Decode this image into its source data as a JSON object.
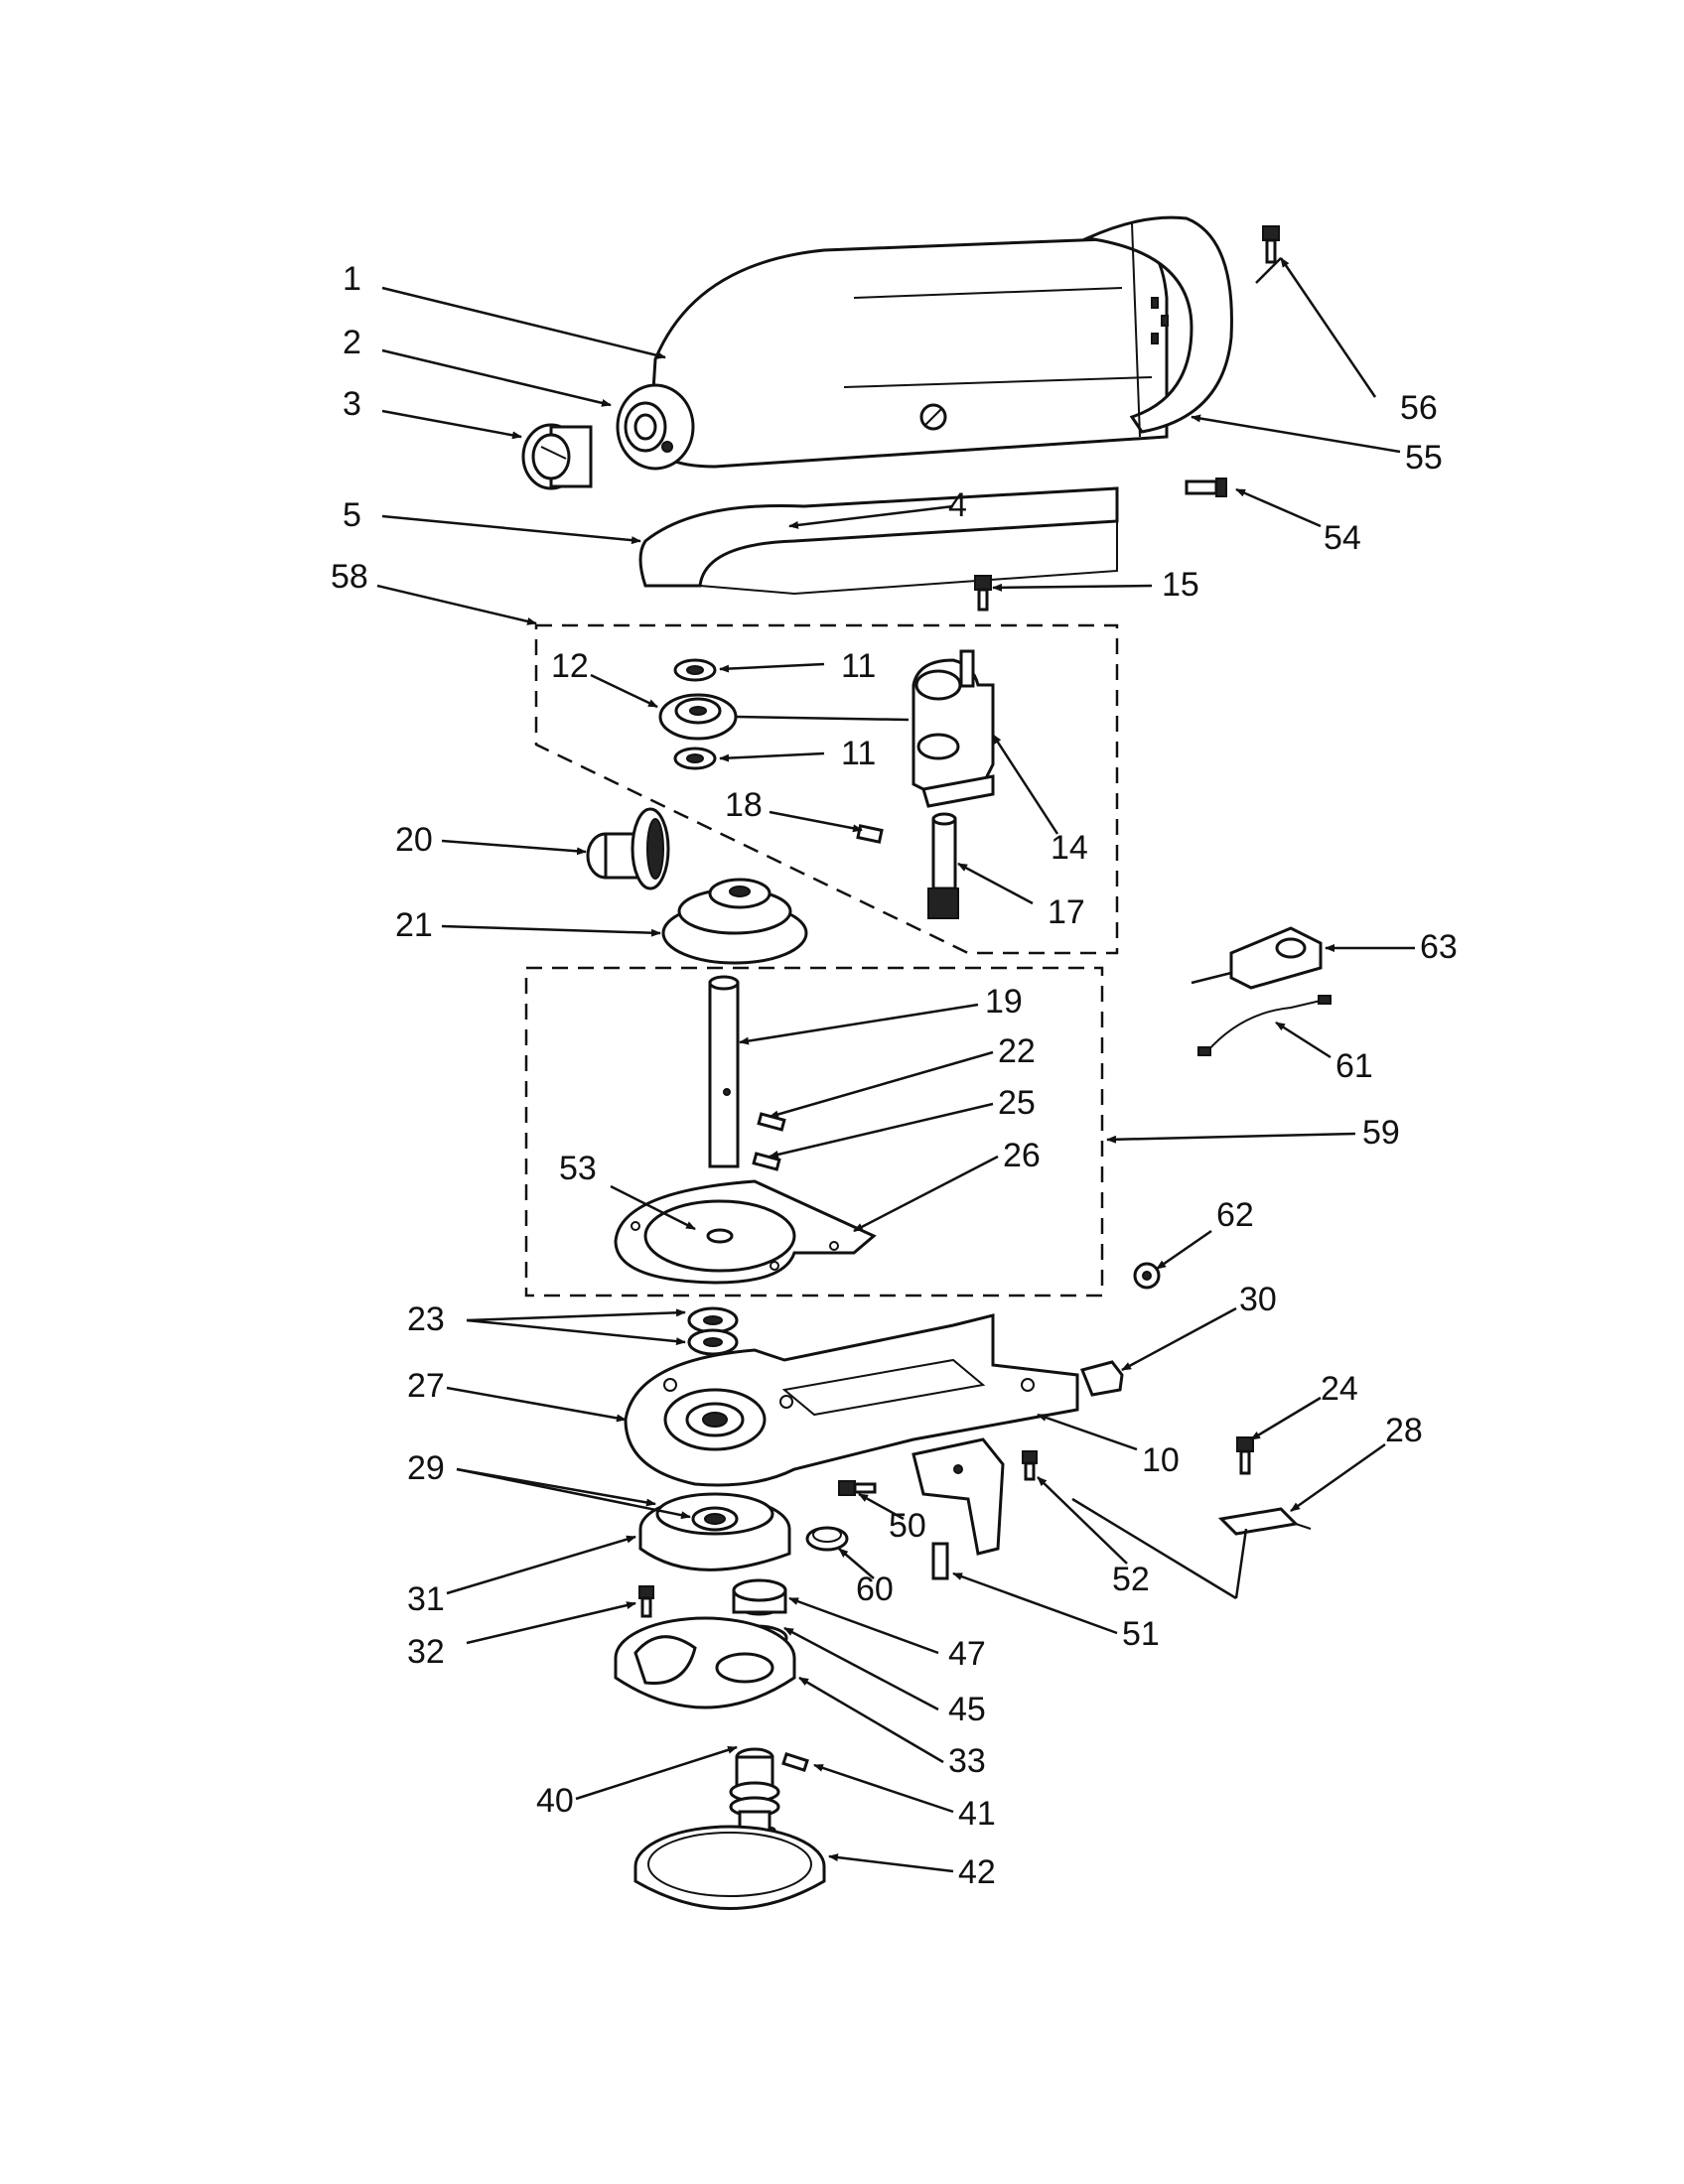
{
  "diagram": {
    "callouts": [
      {
        "id": "c1",
        "label": "1"
      },
      {
        "id": "c2",
        "label": "2"
      },
      {
        "id": "c3",
        "label": "3"
      },
      {
        "id": "c4",
        "label": "4"
      },
      {
        "id": "c5",
        "label": "5"
      },
      {
        "id": "c10",
        "label": "10"
      },
      {
        "id": "c11a",
        "label": "11"
      },
      {
        "id": "c11b",
        "label": "11"
      },
      {
        "id": "c12",
        "label": "12"
      },
      {
        "id": "c14",
        "label": "14"
      },
      {
        "id": "c15",
        "label": "15"
      },
      {
        "id": "c17",
        "label": "17"
      },
      {
        "id": "c18",
        "label": "18"
      },
      {
        "id": "c19",
        "label": "19"
      },
      {
        "id": "c20",
        "label": "20"
      },
      {
        "id": "c21",
        "label": "21"
      },
      {
        "id": "c22",
        "label": "22"
      },
      {
        "id": "c23",
        "label": "23"
      },
      {
        "id": "c24",
        "label": "24"
      },
      {
        "id": "c25",
        "label": "25"
      },
      {
        "id": "c26",
        "label": "26"
      },
      {
        "id": "c27",
        "label": "27"
      },
      {
        "id": "c28",
        "label": "28"
      },
      {
        "id": "c29",
        "label": "29"
      },
      {
        "id": "c30",
        "label": "30"
      },
      {
        "id": "c31",
        "label": "31"
      },
      {
        "id": "c32",
        "label": "32"
      },
      {
        "id": "c33",
        "label": "33"
      },
      {
        "id": "c40",
        "label": "40"
      },
      {
        "id": "c41",
        "label": "41"
      },
      {
        "id": "c42",
        "label": "42"
      },
      {
        "id": "c45",
        "label": "45"
      },
      {
        "id": "c47",
        "label": "47"
      },
      {
        "id": "c50",
        "label": "50"
      },
      {
        "id": "c51",
        "label": "51"
      },
      {
        "id": "c52",
        "label": "52"
      },
      {
        "id": "c53",
        "label": "53"
      },
      {
        "id": "c54",
        "label": "54"
      },
      {
        "id": "c55",
        "label": "55"
      },
      {
        "id": "c56",
        "label": "56"
      },
      {
        "id": "c58",
        "label": "58"
      },
      {
        "id": "c59",
        "label": "59"
      },
      {
        "id": "c60",
        "label": "60"
      },
      {
        "id": "c61",
        "label": "61"
      },
      {
        "id": "c62",
        "label": "62"
      },
      {
        "id": "c63",
        "label": "63"
      }
    ]
  }
}
